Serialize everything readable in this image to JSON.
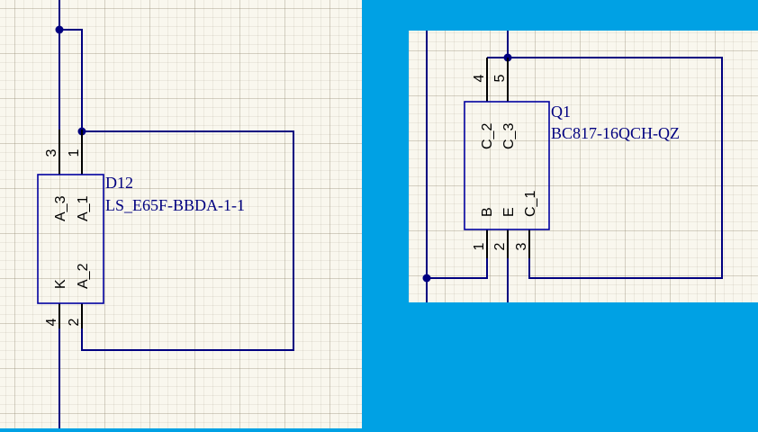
{
  "colors": {
    "background": "#00a1e4",
    "sheet": "#f9f7ee",
    "wire": "#000080",
    "pin": "#000000",
    "component_body": "#0000a0",
    "text": "#000080"
  },
  "components": [
    {
      "designator": "D12",
      "comment": "LS_E65F-BBDA-1-1",
      "pins": [
        {
          "number": "3",
          "name": "A_3"
        },
        {
          "number": "1",
          "name": "A_1"
        },
        {
          "number": "4",
          "name": "K"
        },
        {
          "number": "2",
          "name": "A_2"
        }
      ]
    },
    {
      "designator": "Q1",
      "comment": "BC817-16QCH-QZ",
      "pins": [
        {
          "number": "4",
          "name": "C_2"
        },
        {
          "number": "5",
          "name": "C_3"
        },
        {
          "number": "1",
          "name": "B"
        },
        {
          "number": "2",
          "name": "E"
        },
        {
          "number": "3",
          "name": "C_1"
        }
      ]
    }
  ]
}
